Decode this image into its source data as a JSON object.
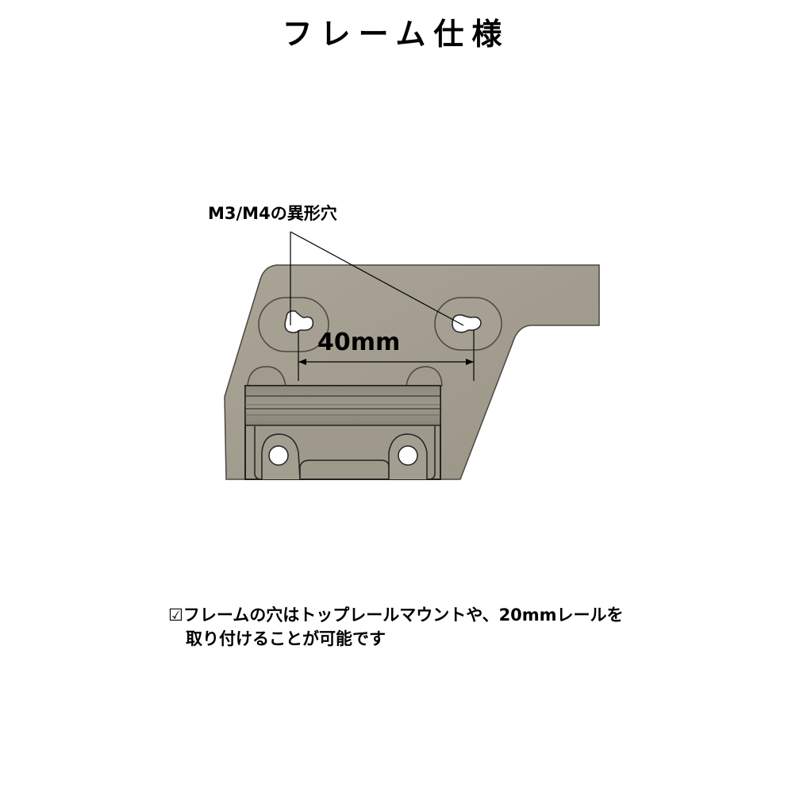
{
  "title": "フレーム仕様",
  "diagram": {
    "hole_label": "M3/M4の異形穴",
    "dimension_label": "40mm"
  },
  "note": {
    "line1": "☑フレームの穴はトップレールマウントや、20mmレールを",
    "line2": "取り付けることが可能です"
  },
  "colors": {
    "frame_fill": "#a49e90",
    "frame_outline": "#4a4740",
    "hole_fill": "#ffffff",
    "rail_fill": "#8d877b",
    "line": "#000000"
  }
}
